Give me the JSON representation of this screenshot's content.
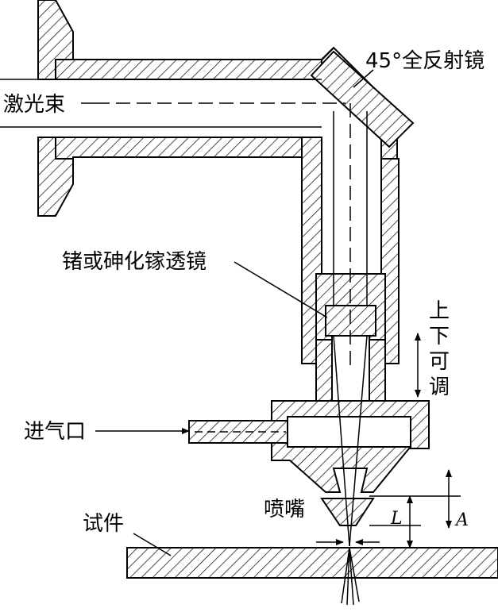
{
  "labels": {
    "mirror": "45°全反射镜",
    "laser_beam": "激光束",
    "lens": "锗或砷化镓透镜",
    "vertical": [
      "上",
      "下",
      "可",
      "调"
    ],
    "gas_inlet": "进气口",
    "nozzle": "喷嘴",
    "workpiece": "试件",
    "dim_L": "L",
    "dim_A": "A"
  },
  "colors": {
    "line": "#000000",
    "background": "#ffffff"
  }
}
